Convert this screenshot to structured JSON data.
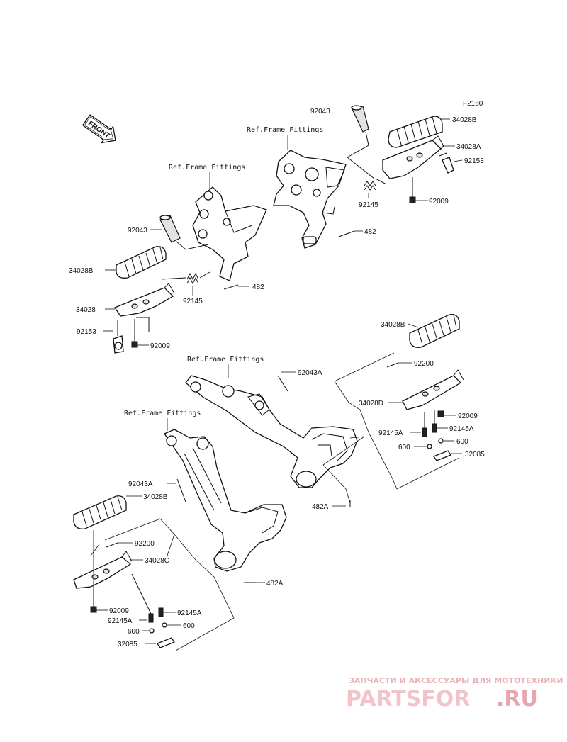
{
  "figure_code": "F2160",
  "front_label": "FRONT",
  "ref_labels": [
    "Ref.Frame Fittings",
    "Ref.Frame Fittings",
    "Ref.Frame Fittings",
    "Ref.Frame Fittings"
  ],
  "part_labels": [
    "92043",
    "34028B",
    "34028A",
    "92153",
    "92145",
    "92009",
    "482",
    "92043",
    "34028B",
    "482",
    "92145",
    "34028",
    "92153",
    "92009",
    "34028B",
    "92043A",
    "92200",
    "34028D",
    "92009",
    "92145A",
    "92145A",
    "600",
    "600",
    "32085",
    "482A",
    "92043A",
    "34028B",
    "92200",
    "34028C",
    "482A",
    "92009",
    "92145A",
    "92145A",
    "600",
    "600",
    "32085"
  ],
  "watermark": {
    "tagline": "ЗАПЧАСТИ И АКСЕССУАРЫ ДЛЯ МОТОТЕХНИКИ",
    "brand": "PARTSFOR",
    "domain": ".RU"
  }
}
